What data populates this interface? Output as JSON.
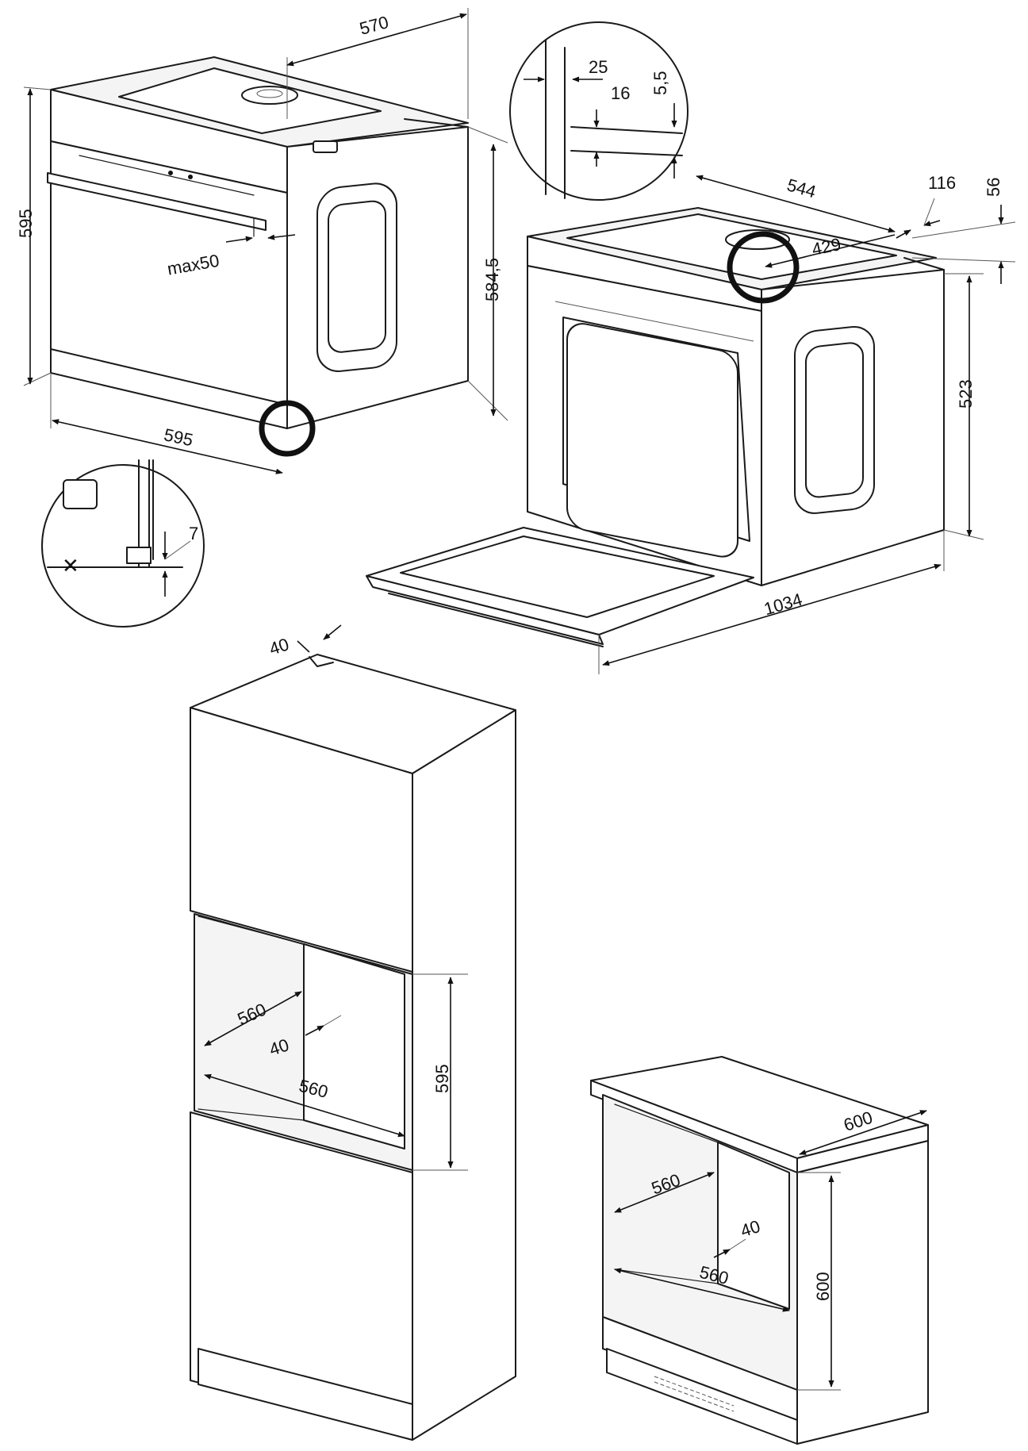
{
  "title": "",
  "oven_front": {
    "depth": "570",
    "height": "595",
    "width": "595",
    "side_height": "584,5",
    "handle_clearance": "max50"
  },
  "detail_top": {
    "offset_a": "25",
    "offset_b": "16",
    "offset_c": "5,5"
  },
  "detail_bottom": {
    "gap": "7"
  },
  "oven_open": {
    "depth": "544",
    "inner_depth": "429",
    "rear_step": "116",
    "rear_height": "56",
    "height": "523",
    "door_open_depth": "1034"
  },
  "tall_cabinet": {
    "top_depth": "40",
    "niche_depth": "560",
    "rear_gap": "40",
    "niche_width": "560",
    "niche_height": "595"
  },
  "base_cabinet": {
    "worktop_depth": "600",
    "niche_depth": "560",
    "rear_gap": "40",
    "niche_width": "560",
    "niche_height": "600"
  }
}
